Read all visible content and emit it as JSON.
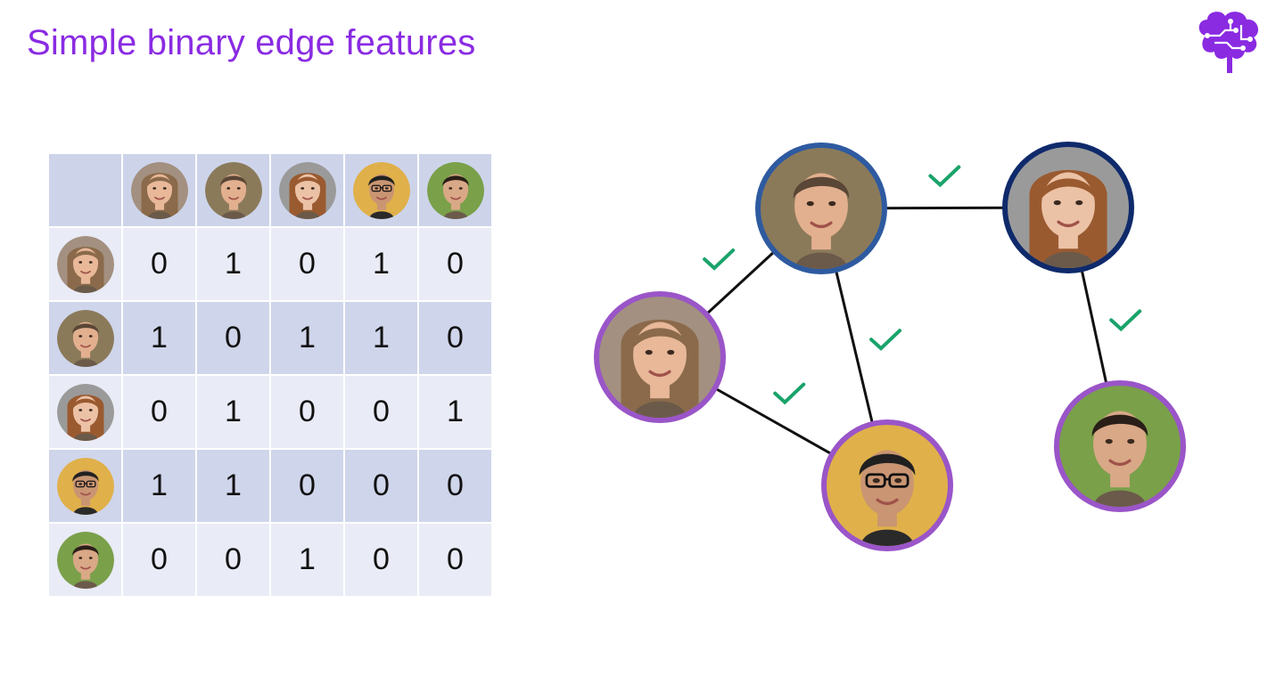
{
  "title": "Simple binary edge features",
  "colors": {
    "title": "#8a2be2",
    "check": "#1aa36b",
    "node_border_blue": "#2e5aa0",
    "node_border_navy": "#0f2a6b",
    "node_border_purple": "#9a55c8",
    "table_header": "#cdd4ea",
    "table_light": "#e9ebf6",
    "table_dark": "#cfd5ea"
  },
  "people": [
    {
      "id": "p1",
      "icon": "woman-long-hair-face",
      "skin": "#e8b899",
      "hair": "#8a6a4a",
      "bg": "#a39080"
    },
    {
      "id": "p2",
      "icon": "man-short-hair-face",
      "skin": "#e3b08f",
      "hair": "#5a4636",
      "bg": "#8b7a5a"
    },
    {
      "id": "p3",
      "icon": "woman-auburn-hair-face",
      "skin": "#ecc2a6",
      "hair": "#9a5a30",
      "bg": "#9a9a9a"
    },
    {
      "id": "p4",
      "icon": "man-glasses-face",
      "skin": "#c99572",
      "hair": "#202020",
      "bg": "#e0b04a"
    },
    {
      "id": "p5",
      "icon": "man-outdoor-face",
      "skin": "#d9a887",
      "hair": "#2a1f18",
      "bg": "#7aa04a"
    }
  ],
  "matrix": [
    [
      0,
      1,
      0,
      1,
      0
    ],
    [
      1,
      0,
      1,
      1,
      0
    ],
    [
      0,
      1,
      0,
      0,
      1
    ],
    [
      1,
      1,
      0,
      0,
      0
    ],
    [
      0,
      0,
      1,
      0,
      0
    ]
  ],
  "graph": {
    "nodes": [
      {
        "person": "p2",
        "border": "blue"
      },
      {
        "person": "p3",
        "border": "navy"
      },
      {
        "person": "p1",
        "border": "purple"
      },
      {
        "person": "p4",
        "border": "purple"
      },
      {
        "person": "p5",
        "border": "purple"
      }
    ],
    "edges": [
      {
        "from": "p2",
        "to": "p3",
        "check": true
      },
      {
        "from": "p2",
        "to": "p1",
        "check": true
      },
      {
        "from": "p2",
        "to": "p4",
        "check": true
      },
      {
        "from": "p1",
        "to": "p4",
        "check": true
      },
      {
        "from": "p3",
        "to": "p5",
        "check": true
      }
    ]
  }
}
